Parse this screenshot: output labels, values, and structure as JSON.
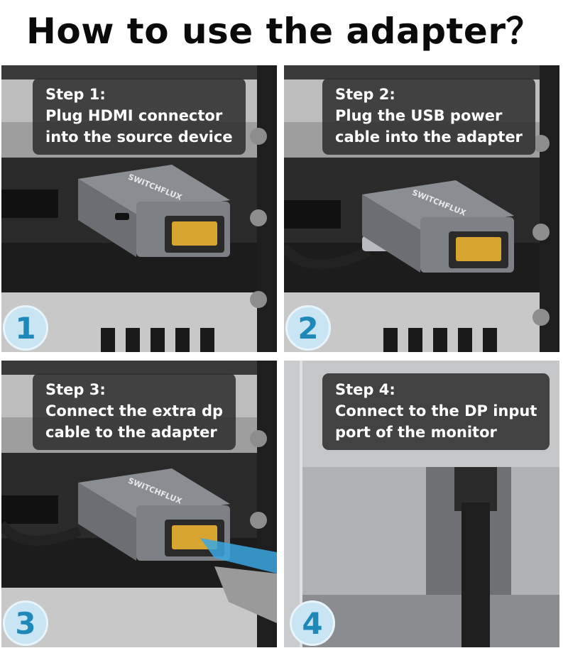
{
  "title": "How to use the adapter？",
  "brand": "SWITCHFLUX",
  "steps": [
    {
      "number": "1",
      "heading": "Step 1:",
      "line1": "Plug HDMI connector",
      "line2": "into the source device"
    },
    {
      "number": "2",
      "heading": "Step 2:",
      "line1": "Plug the USB power",
      "line2": "cable into the adapter"
    },
    {
      "number": "3",
      "heading": "Step 3:",
      "line1": "Connect the extra dp",
      "line2": "cable to the adapter"
    },
    {
      "number": "4",
      "heading": "Step 4:",
      "line1": "Connect to the DP input",
      "line2": "port of the monitor"
    }
  ],
  "colors": {
    "badge_fill": "#c9e4f2",
    "badge_text": "#1e88b8",
    "caption_bg": "#303030"
  }
}
